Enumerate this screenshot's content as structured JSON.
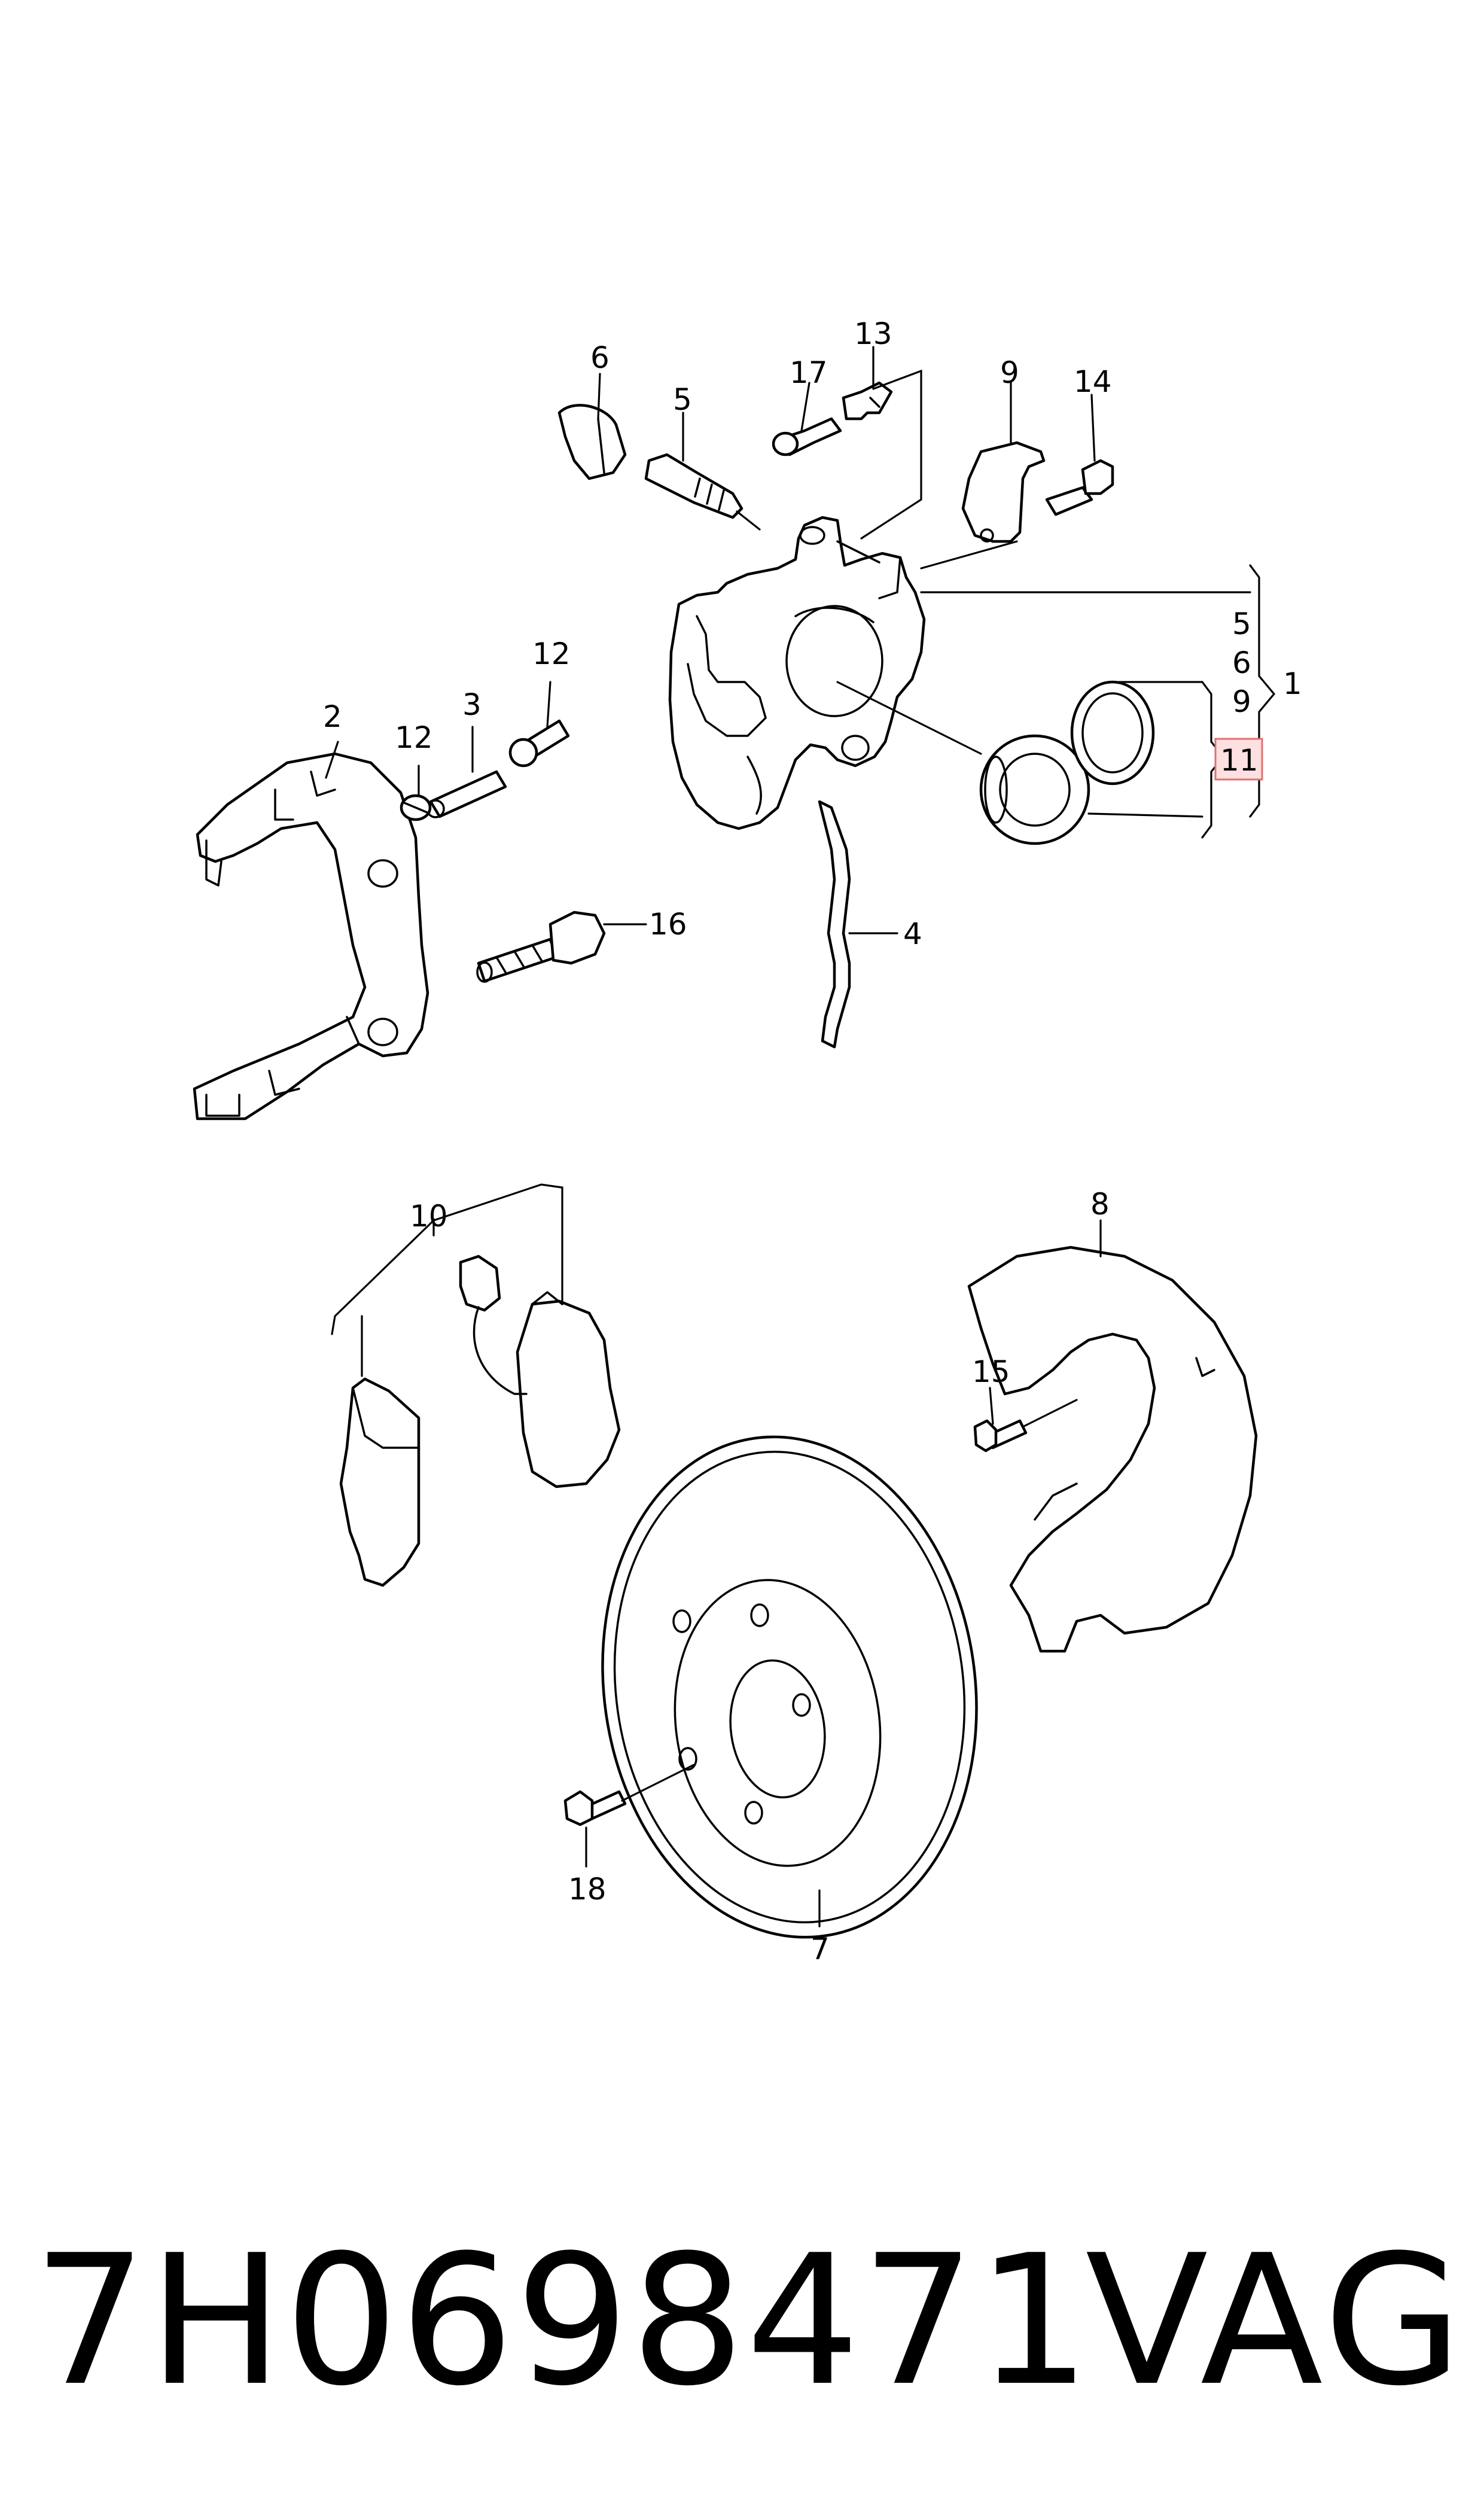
{
  "diagram": {
    "callouts": {
      "c1": "1",
      "c2": "2",
      "c3": "3",
      "c4": "4",
      "c5_top": "5",
      "c5_list": "5",
      "c6_top": "6",
      "c6_list": "6",
      "c7": "7",
      "c8": "8",
      "c9_top": "9",
      "c9_list": "9",
      "c10": "10",
      "c11": "11",
      "c12_left": "12",
      "c12_top": "12",
      "c13": "13",
      "c14": "14",
      "c15": "15",
      "c16": "16",
      "c17": "17",
      "c18": "18"
    },
    "highlighted_callout": "11",
    "highlight_color": "#fde0e0",
    "highlight_border": "#e07070"
  },
  "footer": {
    "part_number": "7H0698471",
    "brand": "VAG"
  }
}
